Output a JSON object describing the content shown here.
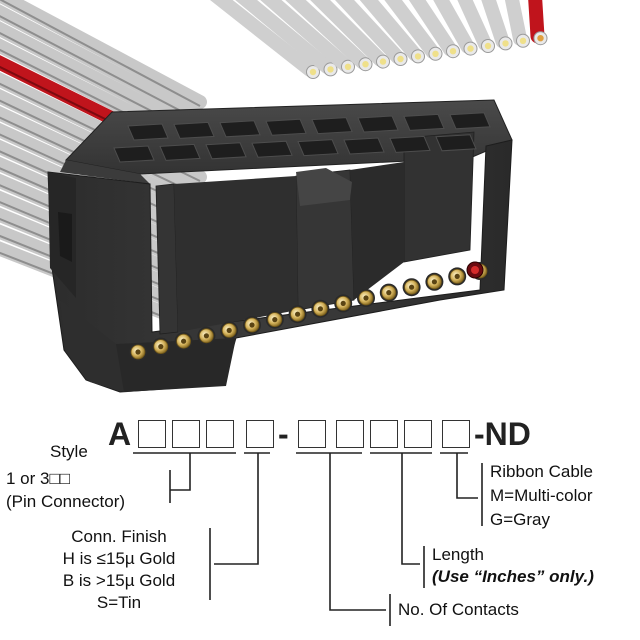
{
  "part_number": {
    "prefix": "A",
    "dash": "-",
    "suffix": "-ND"
  },
  "labels": {
    "style_title": "Style",
    "style_option": "1 or 3□□",
    "style_note": "(Pin Connector)",
    "finish_title": "Conn. Finish",
    "finish_h": "H is ≤15µ  Gold",
    "finish_b": "B is >15µ  Gold",
    "finish_s": "S=Tin",
    "cable_title": "Ribbon Cable",
    "cable_m": "M=Multi-color",
    "cable_g": "G=Gray",
    "length_title": "Length",
    "length_note": "(Use “Inches” only.)",
    "contacts_title": "No. Of Contacts"
  },
  "colors": {
    "connector": "#3a3a3a",
    "wire_gray": "#c8c8c8",
    "wire_red": "#c0141c",
    "contact_gold": "#c9a84a",
    "text": "#111111"
  }
}
